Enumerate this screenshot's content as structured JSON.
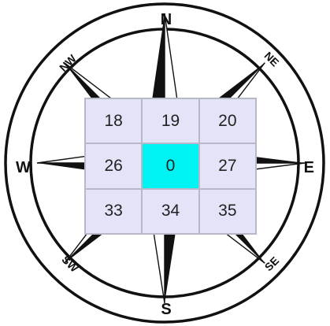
{
  "compass": {
    "labels": {
      "n": "N",
      "ne": "NE",
      "e": "E",
      "se": "SE",
      "s": "S",
      "sw": "SW",
      "w": "W",
      "nw": "NW"
    }
  },
  "grid": {
    "cells": [
      "18",
      "19",
      "20",
      "26",
      "0",
      "27",
      "33",
      "34",
      "35"
    ],
    "highlight_index": 4,
    "cell_color": "#e4e4f9",
    "highlight_color": "#00f3f3",
    "border_color": "#b8b8c8"
  }
}
